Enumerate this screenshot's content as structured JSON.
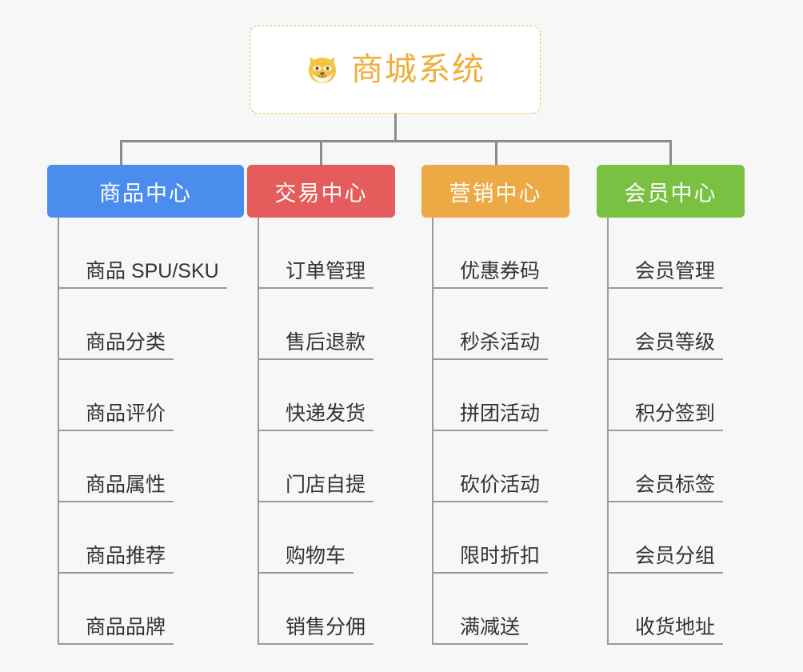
{
  "root": {
    "icon": "shiba-dog-icon",
    "title": "商城系统"
  },
  "colors": {
    "root_border": "#f0b95a",
    "root_text": "#f0ad3c",
    "connector": "#8c8c8c",
    "item_line": "#9a9a9a",
    "background": "#f7f7f7",
    "item_text": "#333333"
  },
  "columns": [
    {
      "id": "product-center",
      "label": "商品中心",
      "color": "#4a8ded",
      "items": [
        "商品 SPU/SKU",
        "商品分类",
        "商品评价",
        "商品属性",
        "商品推荐",
        "商品品牌"
      ]
    },
    {
      "id": "trade-center",
      "label": "交易中心",
      "color": "#e45c5c",
      "items": [
        "订单管理",
        "售后退款",
        "快递发货",
        "门店自提",
        "购物车",
        "销售分佣"
      ]
    },
    {
      "id": "marketing-center",
      "label": "营销中心",
      "color": "#eda944",
      "items": [
        "优惠券码",
        "秒杀活动",
        "拼团活动",
        "砍价活动",
        "限时折扣",
        "满减送"
      ]
    },
    {
      "id": "member-center",
      "label": "会员中心",
      "color": "#7ac143",
      "items": [
        "会员管理",
        "会员等级",
        "积分签到",
        "会员标签",
        "会员分组",
        "收货地址"
      ]
    }
  ]
}
